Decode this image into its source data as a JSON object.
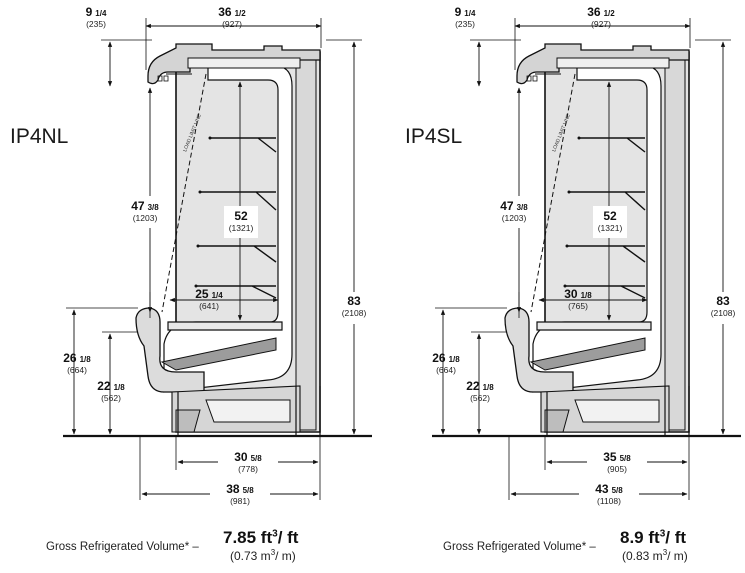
{
  "units": [
    {
      "model": "IP4NL",
      "dims": {
        "top_offset": [
          "9",
          "1/4",
          "(235)"
        ],
        "top_width": [
          "36",
          "1/2",
          "(927)"
        ],
        "front_height": [
          "47",
          "3/8",
          "(1203)"
        ],
        "shelf_height": [
          "52",
          "",
          "(1321)"
        ],
        "overall_height": [
          "83",
          "",
          "(2108)"
        ],
        "deck_depth": [
          "25",
          "1/4",
          "(641)"
        ],
        "bumper_height": [
          "26",
          "1/8",
          "(664)"
        ],
        "sill_height": [
          "22",
          "1/8",
          "(562)"
        ],
        "base_depth": [
          "30",
          "5/8",
          "(778)"
        ],
        "overall_depth": [
          "38",
          "5/8",
          "(981)"
        ]
      },
      "load_limit_label": "LOAD LIMIT LINE",
      "volume": {
        "label": "Gross Refrigerated Volume* –",
        "imperial_value": "7.85 ft",
        "imperial_exp": "3",
        "imperial_unit": "/ ft",
        "metric_open": "(0.73 m",
        "metric_exp": "3",
        "metric_unit": "/ m)"
      }
    },
    {
      "model": "IP4SL",
      "dims": {
        "top_offset": [
          "9",
          "1/4",
          "(235)"
        ],
        "top_width": [
          "36",
          "1/2",
          "(927)"
        ],
        "front_height": [
          "47",
          "3/8",
          "(1203)"
        ],
        "shelf_height": [
          "52",
          "",
          "(1321)"
        ],
        "overall_height": [
          "83",
          "",
          "(2108)"
        ],
        "deck_depth": [
          "30",
          "1/8",
          "(765)"
        ],
        "bumper_height": [
          "26",
          "1/8",
          "(664)"
        ],
        "sill_height": [
          "22",
          "1/8",
          "(562)"
        ],
        "base_depth": [
          "35",
          "5/8",
          "(905)"
        ],
        "overall_depth": [
          "43",
          "5/8",
          "(1108)"
        ]
      },
      "load_limit_label": "LOAD LIMIT LINE",
      "volume": {
        "label": "Gross Refrigerated Volume* –",
        "imperial_value": "8.9 ft",
        "imperial_exp": "3",
        "imperial_unit": "/ ft",
        "metric_open": "(0.83 m",
        "metric_exp": "3",
        "metric_unit": "/ m)"
      }
    }
  ]
}
